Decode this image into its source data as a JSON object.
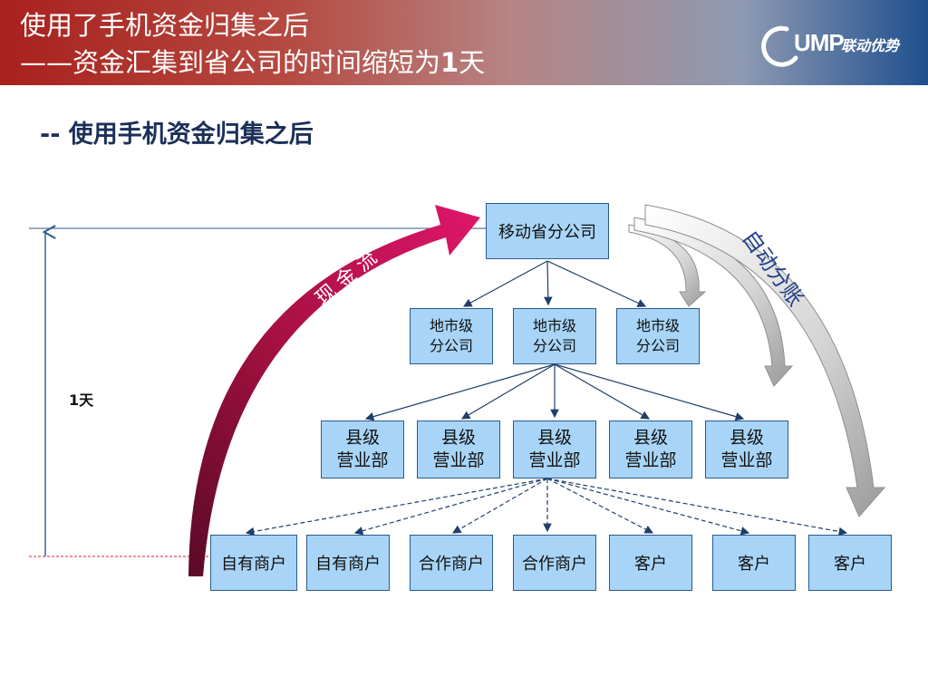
{
  "header": {
    "title_line1": "使用了手机资金归集之后",
    "title_line2_prefix": "——资金汇集到省公司的时间缩短为",
    "title_line2_bold": "1",
    "title_line2_suffix": "天",
    "logo_text": "UMP",
    "logo_cn": "联动优势"
  },
  "subheading": "-- 使用手机资金归集之后",
  "timeline": {
    "label": "1天"
  },
  "arrows": {
    "cash_flow_label": "现 金 流",
    "auto_split_label": "自动分账",
    "cash_color": "#c8104e",
    "split_color": "#c8c8c8"
  },
  "org": {
    "province": "移动省分公司",
    "city": [
      "地市级\n分公司",
      "地市级\n分公司",
      "地市级\n分公司"
    ],
    "county": [
      "县级\n营业部",
      "县级\n营业部",
      "县级\n营业部",
      "县级\n营业部",
      "县级\n营业部"
    ],
    "leaf": [
      "自有商户",
      "自有商户",
      "合作商户",
      "合作商户",
      "客户",
      "客户",
      "客户"
    ]
  },
  "colors": {
    "box_fill": "#a8d5f7",
    "box_border": "#2b5a8a",
    "connector": "#1f3f6a"
  }
}
